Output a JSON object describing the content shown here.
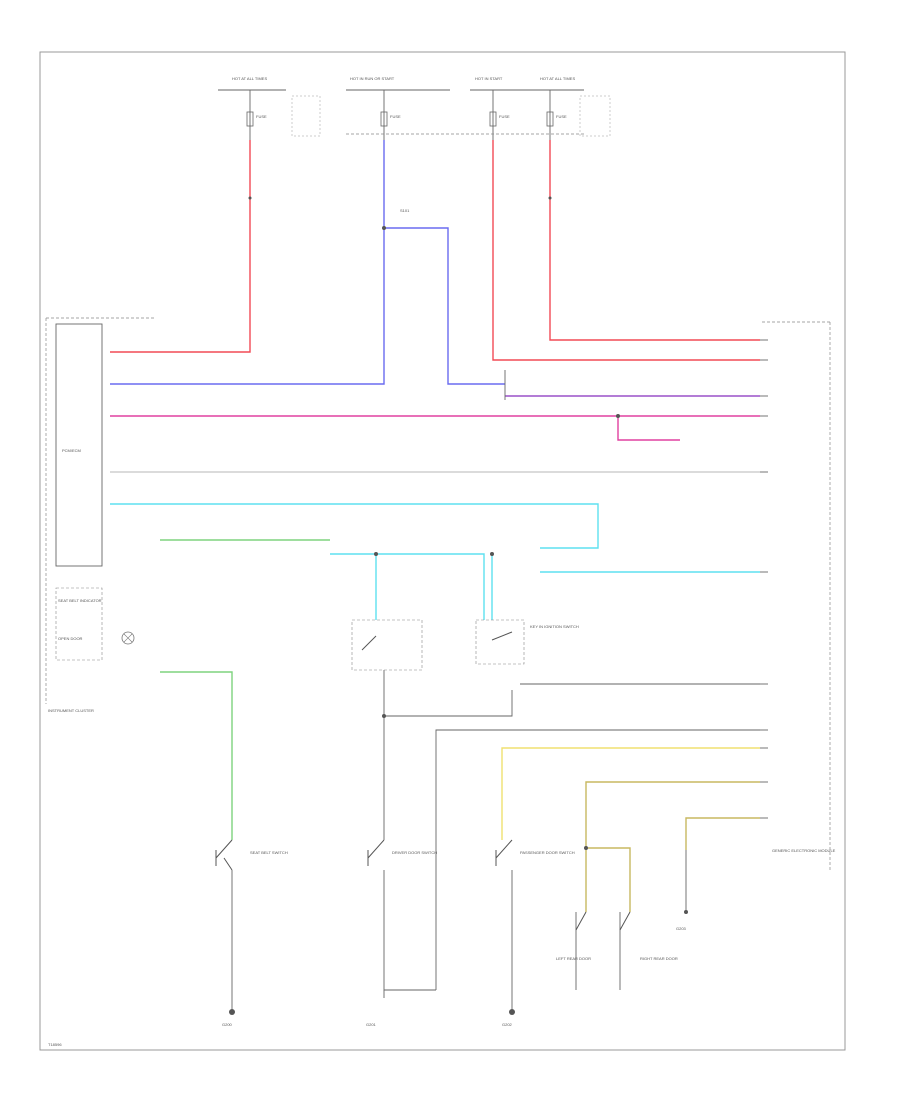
{
  "colors": {
    "red": "#f24a55",
    "blue": "#6a6bf0",
    "magenta": "#e040a0",
    "purple": "#9a50c8",
    "cyan": "#5ee0f0",
    "green": "#7ed37e",
    "yellow": "#f0e070",
    "olive": "#c8b860",
    "gray": "#8a8a8a",
    "black": "#666666",
    "frame": "#999999"
  },
  "labels": {
    "hot_run_left": "HOT AT ALL TIMES",
    "hot_run_mid1": "HOT IN RUN OR START",
    "hot_run_mid2": "HOT IN START",
    "hot_run_right": "HOT AT ALL TIMES",
    "fuse_left": "FUSE",
    "fuse_mid": "FUSE",
    "fuse_mid2": "FUSE",
    "fuse_right": "FUSE",
    "splice_top": "S101",
    "ic_name": "INSTRUMENT CLUSTER",
    "ic_box": "PCM/ECM",
    "belt_lamp": "SEAT BELT INDICATOR",
    "door_lamp": "OPEN DOOR",
    "driver_door": "DRIVER DOOR SWITCH",
    "pass_door": "PASSENGER DOOR SWITCH",
    "lr_door": "LEFT REAR DOOR",
    "rr_door": "RIGHT REAR DOOR",
    "seat_belt_sw": "SEAT BELT SWITCH",
    "key_sw": "KEY IN IGNITION SWITCH",
    "g1": "G200",
    "g2": "G201",
    "g3": "G202",
    "g4": "G203",
    "right_box": "GENERIC ELECTRONIC MODULE",
    "code": "T18596"
  }
}
